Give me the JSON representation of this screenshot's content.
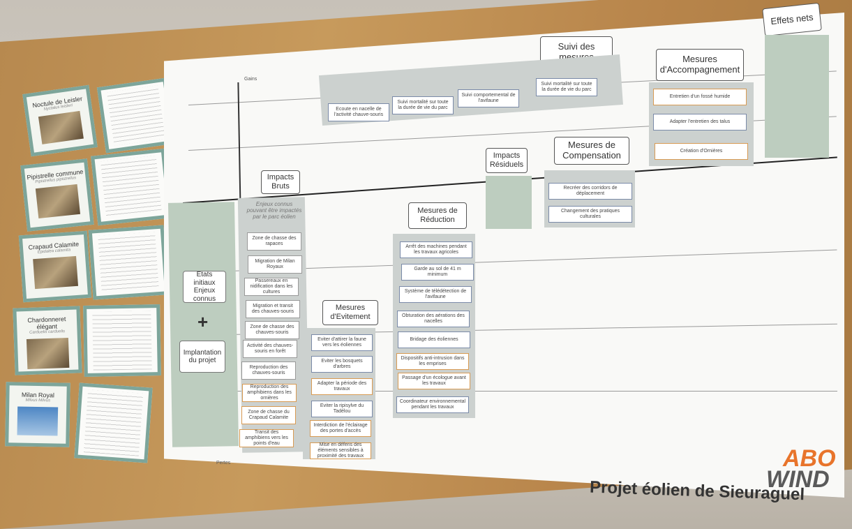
{
  "species_cards": [
    {
      "name": "Noctule de Leisler",
      "latin": "Nyctalus leisleri"
    },
    {
      "name": "Pipistrelle commune",
      "latin": "Pipistrellus pipistrellus"
    },
    {
      "name": "Crapaud Calamite",
      "latin": "Epidalea calamita"
    },
    {
      "name": "Chardonneret élégant",
      "latin": "Carduelis carduelis"
    },
    {
      "name": "Milan Royal",
      "latin": "Milvus Milvus"
    }
  ],
  "axis": {
    "top": "Gains",
    "bottom": "Pertes"
  },
  "headers": {
    "impacts_bruts": "Impacts Bruts",
    "evitement": "Mesures d'Evitement",
    "reduction": "Mesures de Réduction",
    "impacts_residuels": "Impacts Résiduels",
    "compensation": "Mesures de Compensation",
    "suivi": "Suivi des mesures",
    "accompagnement": "Mesures d'Accompagnement",
    "effets_nets": "Effets nets"
  },
  "left_column": {
    "etats": "Etats initiaux Enjeux connus",
    "plus": "+",
    "implantation": "Implantation du projet"
  },
  "enjeux_title": "Enjeux connus pouvant être impactés par le parc éolien",
  "enjeux_items": [
    "Zone de chasse des rapaces",
    "Migration de Milan Royaux",
    "Passereaux en nidification dans les cultures",
    "Migration et transit des chauves-souris",
    "Zone de chasse des chauves-souris",
    "Activité des chauves-souris en forêt",
    "Reproduction des chauves-souris",
    "Reproduction des amphibiens dans les ornières",
    "Zone de chasse du Crapaud Calamite",
    "Transit des amphibiens vers les points d'eau"
  ],
  "evitement_items": [
    "Eviter d'attirer la faune vers les éoliennes",
    "Eviter les bosquets d'arbres",
    "Adapter la période des travaux",
    "Eviter la ripisylve du Tadélou",
    "Interdiction de l'éclairage des portes d'accès",
    "Mise en défens des éléments sensibles à proximité des travaux"
  ],
  "reduction_items": [
    "Arrêt des machines pendant les travaux agricoles",
    "Garde au sol de 41 m minimum",
    "Système de télédétection de l'avifaune",
    "Obturation des aérations des nacelles",
    "Bridage des éoliennes",
    "Dispositifs anti-intrusion dans les emprises",
    "Passage d'un écologue avant les travaux",
    "Coordinateur environnemental pendant les travaux"
  ],
  "compensation_items": [
    "Recréer des corridors de déplacement",
    "Changement des pratiques culturales"
  ],
  "suivi_items": [
    "Ecoute en nacelle de l'activité chauve-souris",
    "Suivi mortalité sur toute la durée de vie du parc",
    "Suivi comportemental de l'avifaune",
    "Suivi mortalité sur toute la durée de vie du parc"
  ],
  "accompagnement_items": [
    "Entretien d'un fossé humide",
    "Adapter l'entretien des talus",
    "Création d'Ornières"
  ],
  "brand": {
    "logo_top": "ABO",
    "logo_bottom": "WIND",
    "project": "Projet éolien de Sieuraguel"
  },
  "colors": {
    "card_border": "#7da59a",
    "logo_orange": "#e8742b",
    "logo_dark": "#5a5a5a",
    "green_panel": "#bdcdbf",
    "gray_panel": "#ccd1cf"
  }
}
